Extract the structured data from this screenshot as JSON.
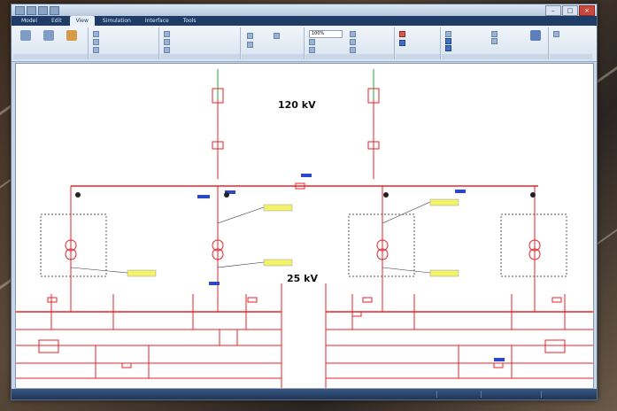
{
  "tabs": [
    {
      "label": "Model"
    },
    {
      "label": "Edit"
    },
    {
      "label": "View",
      "active": true
    },
    {
      "label": "Simulation"
    },
    {
      "label": "Interface"
    },
    {
      "label": "Tools"
    }
  ],
  "ribbon": {
    "zoom_value": "100%"
  },
  "diagram": {
    "voltage_high": "120 kV",
    "voltage_low": "25 kV"
  },
  "colors": {
    "wire": "#e8202a",
    "ground_wire": "#1fa64a",
    "label_box": "#f3f36a",
    "tab_bar": "#1f3c66"
  },
  "icons": {
    "window_close": "close-icon",
    "window_max": "maximize-icon",
    "window_min": "minimize-icon"
  }
}
